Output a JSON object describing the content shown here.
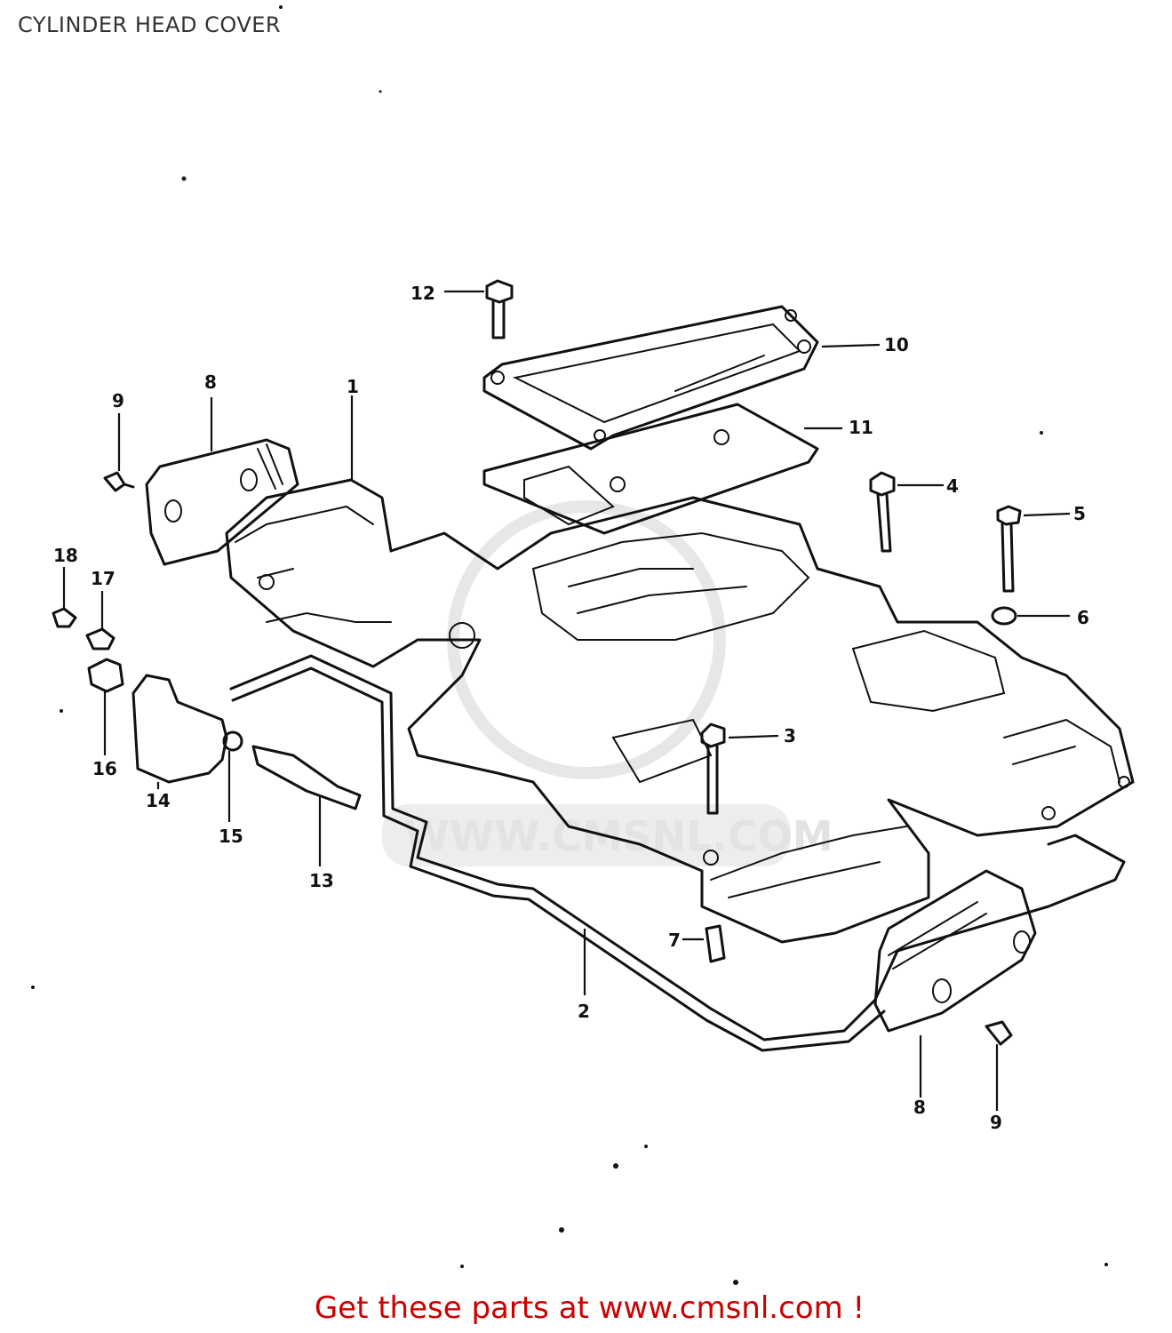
{
  "title": "CYLINDER HEAD COVER",
  "footer": "Get these parts at www.cmsnl.com !",
  "watermark": "WWW.CMSNL.COM",
  "callouts": [
    {
      "id": "c1",
      "label": "1"
    },
    {
      "id": "c2",
      "label": "2"
    },
    {
      "id": "c3",
      "label": "3"
    },
    {
      "id": "c4",
      "label": "4"
    },
    {
      "id": "c5",
      "label": "5"
    },
    {
      "id": "c6",
      "label": "6"
    },
    {
      "id": "c7",
      "label": "7"
    },
    {
      "id": "c8a",
      "label": "8"
    },
    {
      "id": "c8b",
      "label": "8"
    },
    {
      "id": "c9a",
      "label": "9"
    },
    {
      "id": "c9b",
      "label": "9"
    },
    {
      "id": "c10",
      "label": "10"
    },
    {
      "id": "c11",
      "label": "11"
    },
    {
      "id": "c12",
      "label": "12"
    },
    {
      "id": "c13",
      "label": "13"
    },
    {
      "id": "c14",
      "label": "14"
    },
    {
      "id": "c15",
      "label": "15"
    },
    {
      "id": "c16",
      "label": "16"
    },
    {
      "id": "c17",
      "label": "17"
    },
    {
      "id": "c18",
      "label": "18"
    }
  ],
  "colors": {
    "footer": "#cc0000",
    "title": "#333333",
    "line": "#111111"
  }
}
